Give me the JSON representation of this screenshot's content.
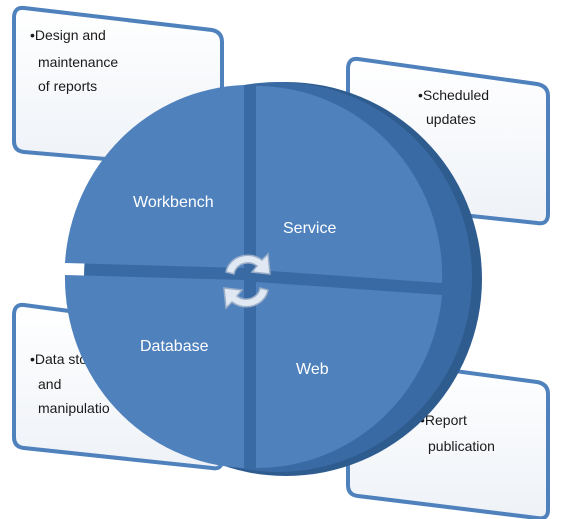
{
  "quadrants": {
    "top_left": "Workbench",
    "top_right": "Service",
    "bottom_left": "Database",
    "bottom_right": "Web"
  },
  "callouts": {
    "top_left": [
      "•Design and",
      "maintenance",
      "of reports"
    ],
    "top_right": [
      "•Scheduled",
      "updates"
    ],
    "bottom_left": [
      "•Data sto",
      "and",
      "manipulatio"
    ],
    "bottom_right": [
      "•Report",
      "publication"
    ]
  },
  "colors": {
    "quadrant_fill": "#4f81bd",
    "quadrant_dark": "#2f5c8f",
    "callout_border": "#4f81bd",
    "callout_fill": "#ffffff",
    "gap": "#ffffff"
  },
  "icons": {
    "center": "cycle-arrows-icon"
  }
}
